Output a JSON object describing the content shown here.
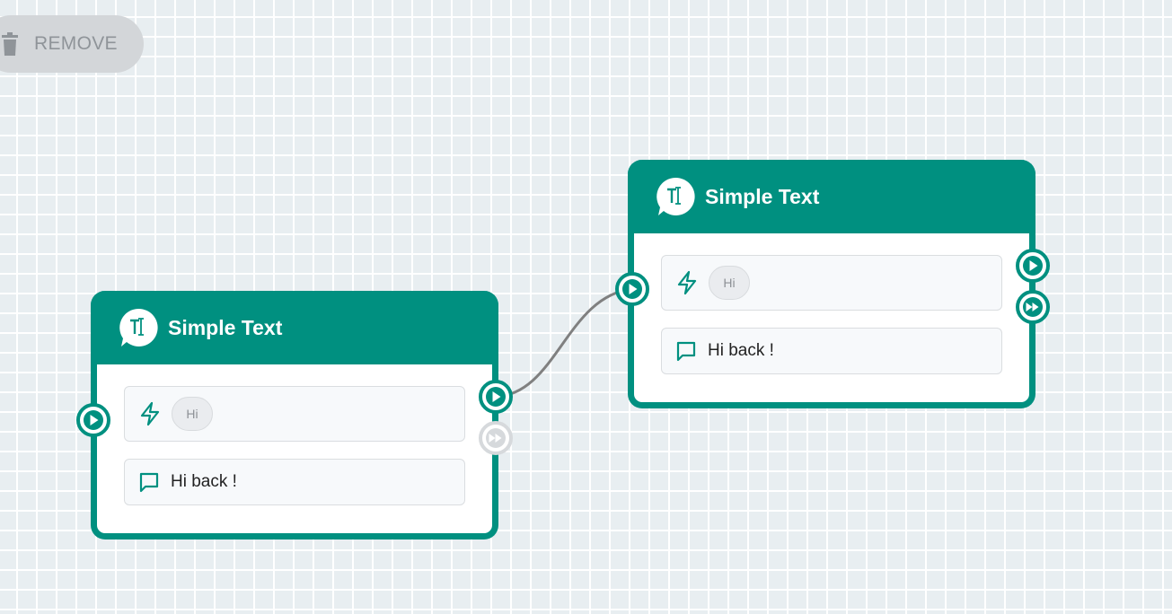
{
  "toolbar": {
    "remove_label": "REMOVE",
    "remove_icon": "trash-icon"
  },
  "nodes": [
    {
      "title": "Simple Text",
      "icon": "text-bubble-icon",
      "trigger_keyword": "Hi",
      "reply_text": "Hi back !",
      "next_port_active": true,
      "skip_port_active": false
    },
    {
      "title": "Simple Text",
      "icon": "text-bubble-icon",
      "trigger_keyword": "Hi",
      "reply_text": "Hi back !",
      "next_port_active": true,
      "skip_port_active": true
    }
  ],
  "colors": {
    "accent": "#009080",
    "canvas": "#e8eef1",
    "inactive_port": "#d6d9dc",
    "wire": "#808080"
  }
}
